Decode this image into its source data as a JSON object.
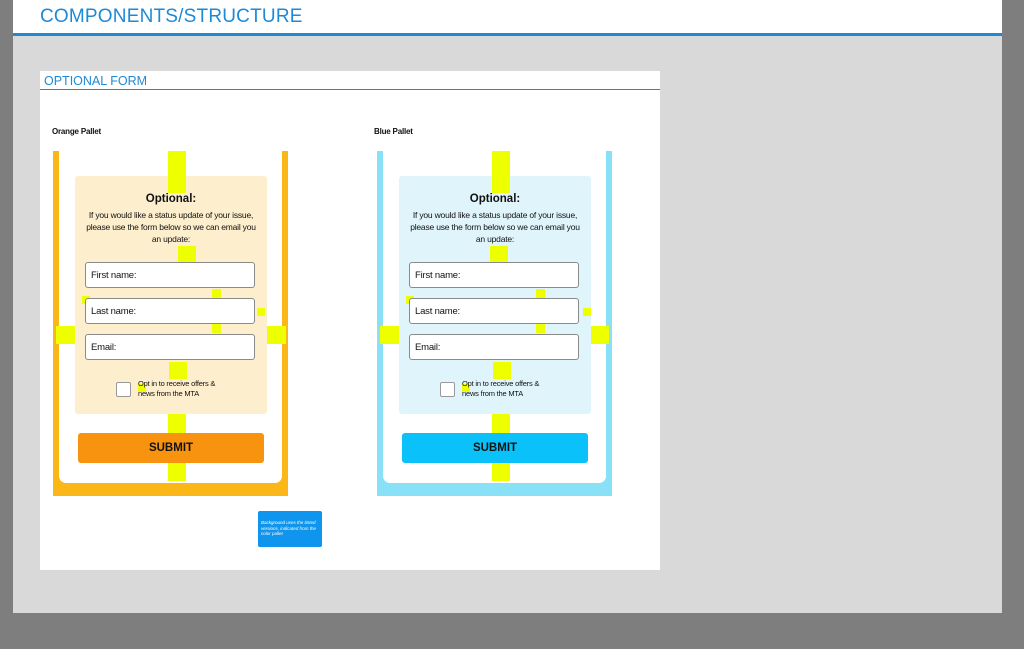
{
  "page": {
    "title": "COMPONENTS/STRUCTURE"
  },
  "board": {
    "title": "OPTIONAL FORM"
  },
  "colors": {
    "accent": "#1e8ad6",
    "orange_frame": "#fbb617",
    "orange_panel": "#fdeecd",
    "orange_submit": "#f7930f",
    "blue_frame": "#88e1f6",
    "blue_panel": "#dff5fb",
    "blue_submit": "#0ac1fa",
    "spacing_marker": "#eeff00",
    "note_bg": "#0f95ee"
  },
  "pallets": [
    {
      "label": "Orange Pallet",
      "form": {
        "title": "Optional:",
        "description": "If you would like a status update of your issue, please use the form below so we can email you an update:",
        "fields": [
          {
            "placeholder": "First name:"
          },
          {
            "placeholder": "Last name:"
          },
          {
            "placeholder": "Email:"
          }
        ],
        "opt_in_label": "Opt in to receive offers & news from the MTA",
        "submit_label": "SUBMIT"
      }
    },
    {
      "label": "Blue Pallet",
      "form": {
        "title": "Optional:",
        "description": "If you would like a status update of your issue, please use the form below so we can email you an update:",
        "fields": [
          {
            "placeholder": "First name:"
          },
          {
            "placeholder": "Last name:"
          },
          {
            "placeholder": "Email:"
          }
        ],
        "opt_in_label": "Opt in to receive offers & news from the MTA",
        "submit_label": "SUBMIT"
      }
    }
  ],
  "note": {
    "text": "Background uses the tinted versions, indicated from the color pallet"
  }
}
